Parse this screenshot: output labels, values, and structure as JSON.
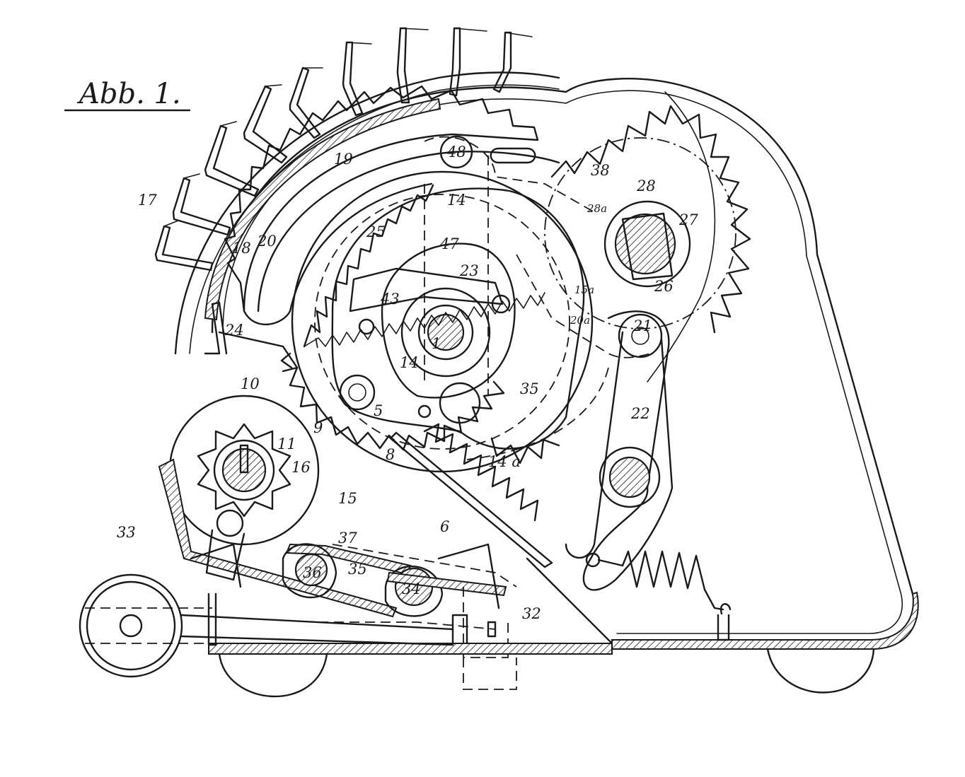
{
  "figure": {
    "title": "Abb. 1."
  },
  "part_labels": {
    "l1": "1",
    "l5": "5",
    "l6": "6",
    "l8": "8",
    "l9": "9",
    "l10": "10",
    "l11": "11",
    "l14a": "14",
    "l14b": "14",
    "l14c": "14 a",
    "l15": "15",
    "l15a": "15a",
    "l16": "16",
    "l17": "17",
    "l18": "18",
    "l19": "19",
    "l20": "20",
    "l20a": "20a",
    "l21": "21",
    "l22": "22",
    "l23": "23",
    "l24": "24",
    "l25": "25",
    "l26": "26",
    "l27": "27",
    "l28": "28",
    "l28a": "28a",
    "l32": "32",
    "l33": "33",
    "l34": "34",
    "l35a": "35",
    "l35b": "35",
    "l36": "36",
    "l37": "37",
    "l38": "38",
    "l43": "43",
    "l47": "47",
    "l48": "48"
  }
}
